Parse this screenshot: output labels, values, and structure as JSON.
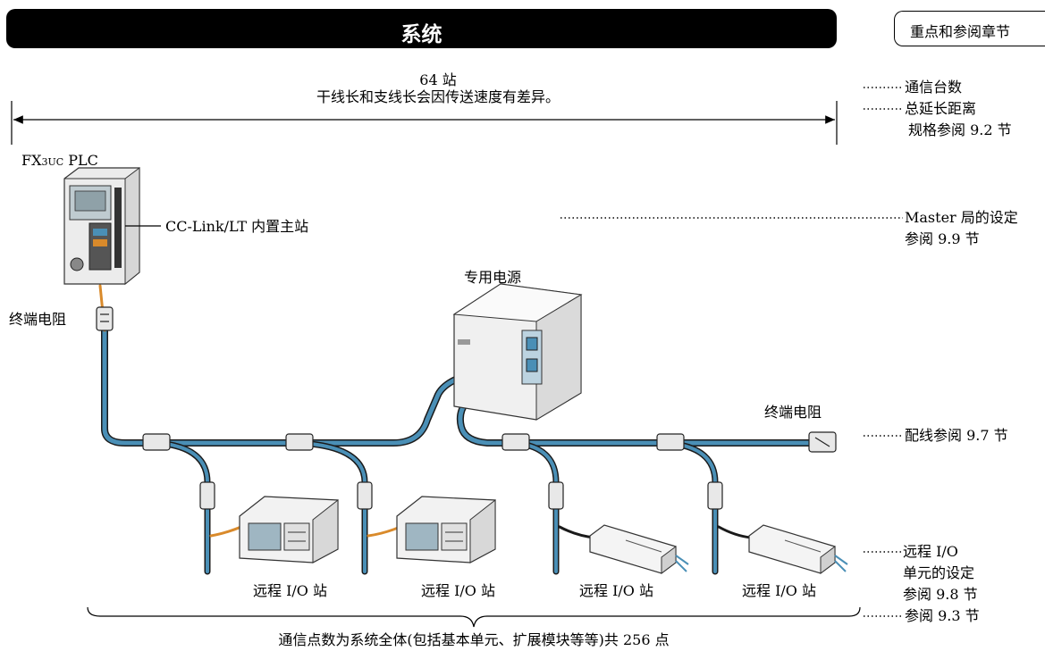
{
  "header": {
    "title": "系统",
    "reference_tab": "重点和参阅章节"
  },
  "top_span": {
    "stations": "64 站",
    "note": "干线长和支线长会因传送速度有差异。"
  },
  "plc": {
    "model_prefix": "FX",
    "model_sub": "3UC",
    "model_suffix": " PLC",
    "builtin_master": "CC-Link/LT 内置主站"
  },
  "terminal_resistor_left": "终端电阻",
  "terminal_resistor_right": "终端电阻",
  "power_supply": "专用电源",
  "remote_stations": [
    "远程  I/O 站",
    "远程 I/O 站",
    "远程 I/O 站",
    "远程 I/O 站"
  ],
  "bottom_note": "通信点数为系统全体(包括基本单元、扩展模块等等)共 256 点",
  "side_notes": {
    "comm_count": "通信台数",
    "total_length": "总延长距离",
    "spec_ref": "规格参阅 9.2 节",
    "master_setting": "Master 局的设定",
    "master_ref": "参阅 9.9 节",
    "wiring": "配线参阅 9.7 节",
    "remote_io": "远程  I/O",
    "unit_setting": "单元的设定",
    "remote_ref": "参阅 9.8 节",
    "points_ref": "参阅 9.3 节"
  },
  "colors": {
    "cable_blue": "#4a8fb6",
    "cable_outline": "#1a1a1a",
    "cable_orange": "#d98a2b",
    "module_body": "#f2f2f2"
  }
}
